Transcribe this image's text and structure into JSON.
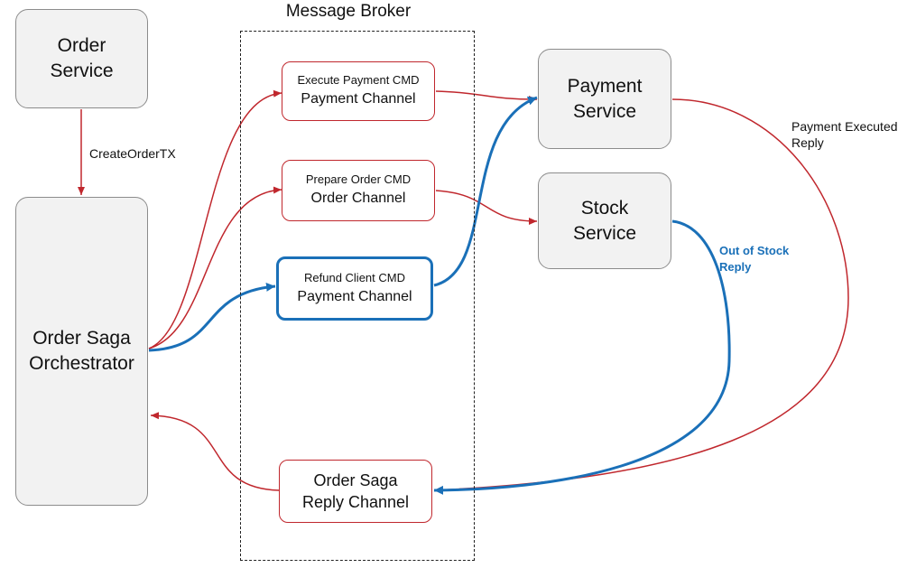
{
  "broker": {
    "title": "Message Broker"
  },
  "nodes": {
    "order_service": [
      "Order",
      "Service"
    ],
    "orchestrator": [
      "Order Saga",
      "Orchestrator"
    ],
    "payment_service": [
      "Payment",
      "Service"
    ],
    "stock_service": [
      "Stock",
      "Service"
    ]
  },
  "channels": {
    "execute_payment": {
      "cmd": "Execute Payment CMD",
      "channel": "Payment Channel"
    },
    "prepare_order": {
      "cmd": "Prepare Order CMD",
      "channel": "Order Channel"
    },
    "refund_client": {
      "cmd": "Refund Client CMD",
      "channel": "Payment Channel"
    },
    "reply": [
      "Order Saga",
      "Reply Channel"
    ]
  },
  "edge_labels": {
    "create_order": "CreateOrderTX",
    "payment_reply": [
      "Payment Executed",
      "Reply"
    ],
    "stock_reply": [
      "Out of Stock",
      "Reply"
    ]
  },
  "colors": {
    "red": "#c0272d",
    "blue": "#1a70b8",
    "gray_fill": "#f2f2f2"
  }
}
